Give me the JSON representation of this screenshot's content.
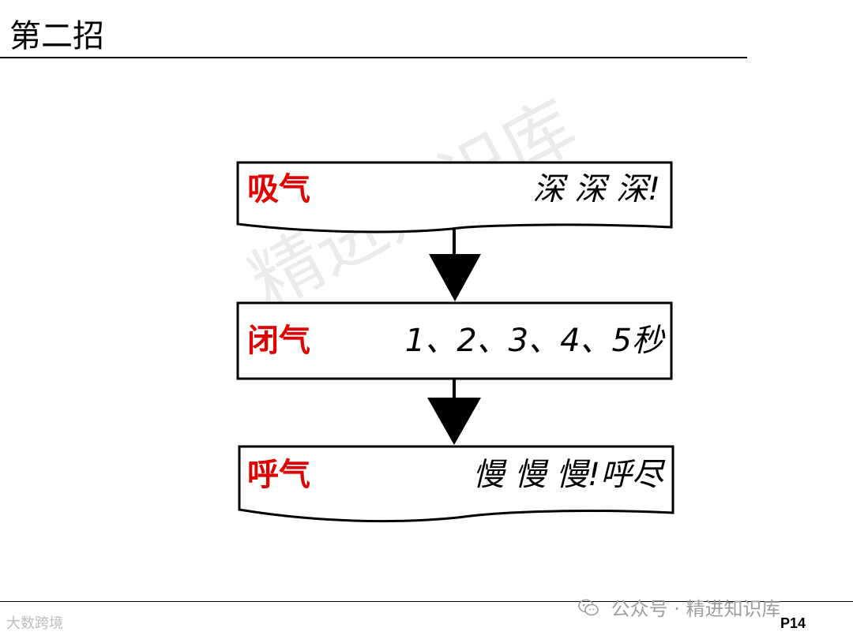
{
  "slide": {
    "title": "第二招",
    "watermark": "精进知识库",
    "page_number": "P14"
  },
  "steps": [
    {
      "label": "吸气",
      "text": "深 深 深!"
    },
    {
      "label": "闭气",
      "text": "1、2、3、4、5秒"
    },
    {
      "label": "呼气",
      "text": "慢 慢 慢!呼尽"
    }
  ],
  "footer": {
    "left_logo_text": "大数跨境",
    "right_text": "公众号 · 精进知识库"
  },
  "colors": {
    "label": "#e00000",
    "text": "#000000",
    "line": "#000000"
  }
}
